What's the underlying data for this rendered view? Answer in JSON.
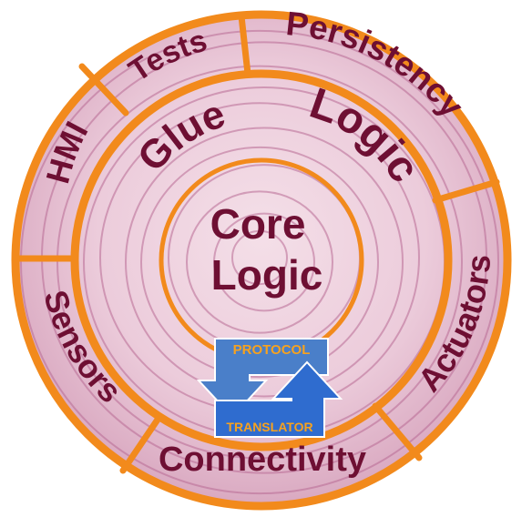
{
  "outer_ring": {
    "segments": [
      {
        "label": "Tests"
      },
      {
        "label": "Persistency"
      },
      {
        "label": "HMI"
      },
      {
        "label": "Actuators"
      },
      {
        "label": "Sensors"
      },
      {
        "label": "Connectivity"
      }
    ]
  },
  "middle_ring": {
    "words": [
      "Glue",
      "Logic"
    ]
  },
  "core": {
    "line1": "Core",
    "line2": "Logic"
  },
  "protocol_translator": {
    "top_label": "PROTOCOL",
    "bottom_label": "TRANSLATOR"
  },
  "colors": {
    "ring_stroke": "#f28a1c",
    "label_text": "#6e0f33",
    "onion_base": "#e8c6d6",
    "onion_line": "#b86a93",
    "arrow_left": "#4a7fc9",
    "arrow_right": "#2f6ccf",
    "protocol_text": "#f7a21e"
  }
}
